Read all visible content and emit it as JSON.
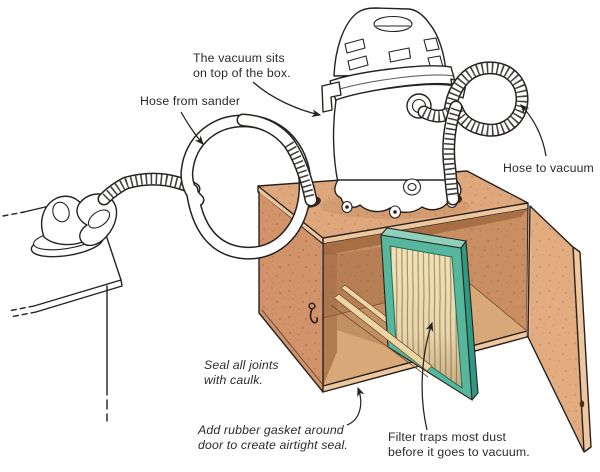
{
  "illustration": {
    "labels": {
      "vacuum_sits": {
        "line1": "The vacuum sits",
        "line2": "on top of the box."
      },
      "hose_from_sander": {
        "text": "Hose from sander"
      },
      "hose_to_vacuum": {
        "text": "Hose to vacuum"
      },
      "seal_joints": {
        "line1": "Seal all joints",
        "line2": "with caulk."
      },
      "rubber_gasket": {
        "line1": "Add rubber gasket around",
        "line2": "door to create airtight seal."
      },
      "filter_traps": {
        "line1": "Filter traps most dust",
        "line2": "before it goes to vacuum."
      }
    },
    "colors": {
      "background": "#ffffff",
      "line_art": "#272220",
      "box_top": "#dfa87c",
      "box_face": "#d2936a",
      "box_edge": "#eec79e",
      "box_interior": "#c98f63",
      "box_interior_dark": "#a06a41",
      "box_floor": "#d9a878",
      "door_face": "#e2ab80",
      "filter_frame": "#56b79c",
      "filter_frame_light": "#8fd0ba",
      "filter_frame_dark": "#2f9a81",
      "filter_pleats": "#efe2bb",
      "pleat_line": "#9c7c4a",
      "rail_wood": "#ecd6a8",
      "rail_line": "#7a512e",
      "speckle": "#8a5530",
      "label_text": "#2b2b2b"
    }
  }
}
